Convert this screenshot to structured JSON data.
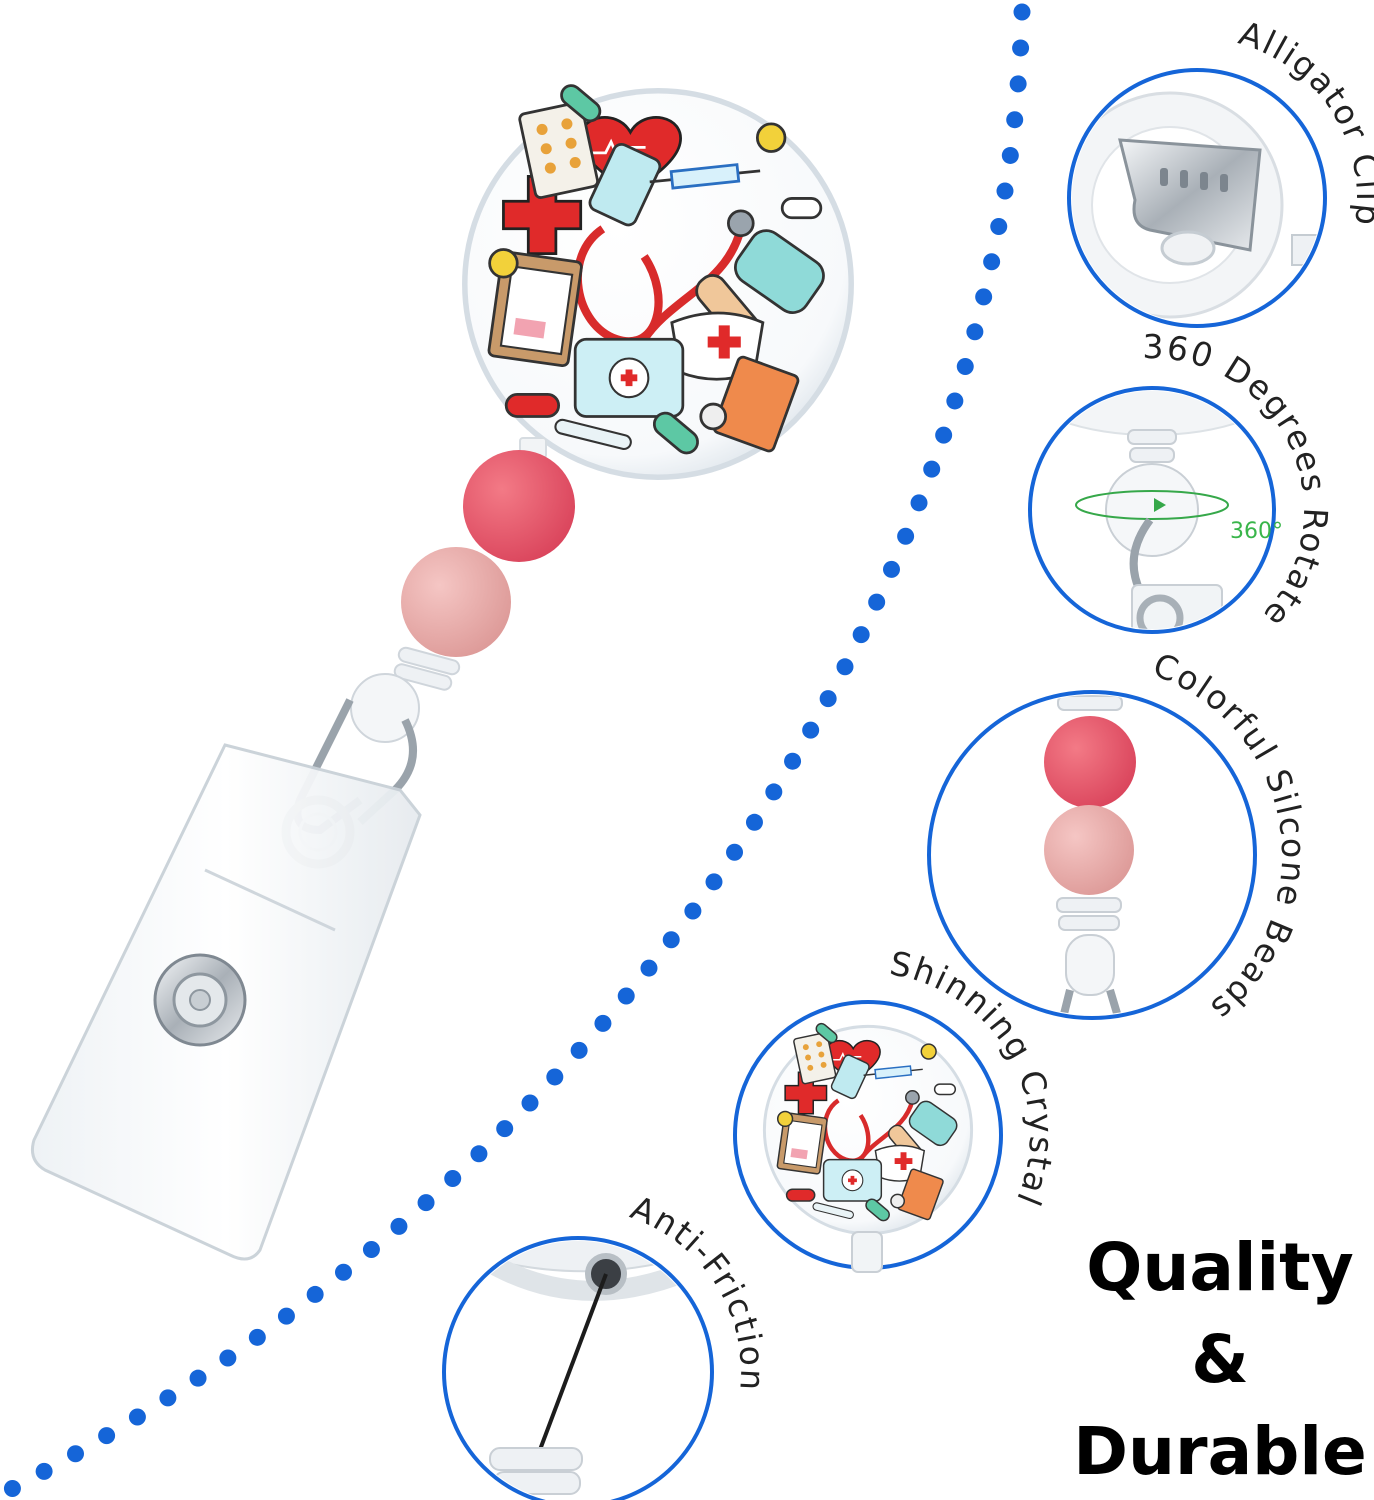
{
  "features": {
    "alligator_clip": "Alligator Clip",
    "rotate": "360 Degrees Rotate",
    "rotate_badge": "360°",
    "beads": "Colorful Silcone Beads",
    "crystal": "Shinning Crystal",
    "anti_friction": "Anti-Friction"
  },
  "headline": {
    "line1": "Quality",
    "line2": "&",
    "line3": "Durable"
  },
  "colors": {
    "accent_blue": "#1565d8",
    "bead_red": "#e55568",
    "bead_pink": "#eaaaa8",
    "cross_red": "#e02a2a"
  }
}
